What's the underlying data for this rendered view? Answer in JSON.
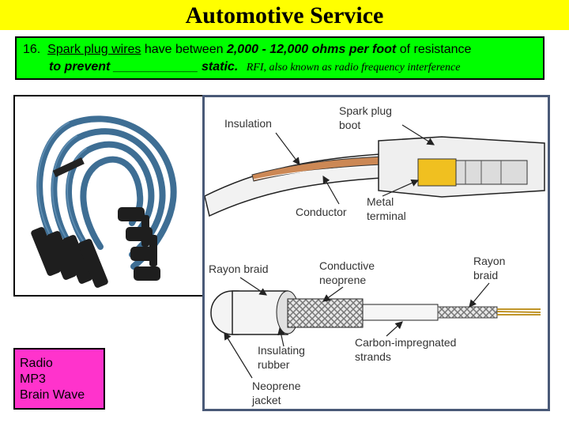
{
  "title": "Automotive Service",
  "question": {
    "number": "16.",
    "subject": "Spark plug wires",
    "text1": " have between ",
    "value": "2,000 - 12,000 ohms per foot",
    "text2": " of resistance",
    "line2": "to prevent ____________ static",
    "line2_end": ".",
    "note": "RFI, also known as radio frequency interference"
  },
  "diagram_top": {
    "labels": {
      "insulation": "Insulation",
      "spark_plug_boot_1": "Spark plug",
      "spark_plug_boot_2": "boot",
      "conductor": "Conductor",
      "metal_terminal_1": "Metal",
      "metal_terminal_2": "terminal"
    }
  },
  "diagram_bottom": {
    "labels": {
      "rayon_braid_left": "Rayon braid",
      "conductive_neoprene_1": "Conductive",
      "conductive_neoprene_2": "neoprene",
      "rayon_braid_right_1": "Rayon",
      "rayon_braid_right_2": "braid",
      "insulating_rubber_1": "Insulating",
      "insulating_rubber_2": "rubber",
      "carbon_strands_1": "Carbon-impregnated",
      "carbon_strands_2": "strands",
      "neoprene_jacket_1": "Neoprene",
      "neoprene_jacket_2": "jacket"
    }
  },
  "side_list": [
    "Radio",
    "MP3",
    "Brain Wave"
  ],
  "colors": {
    "title_bg": "#ffff00",
    "question_bg": "#00ff00",
    "side_bg": "#ff33cc",
    "wire_blue": "#3e6e94",
    "boot_black": "#1e1e1e",
    "terminal_gold": "#f0c020"
  }
}
